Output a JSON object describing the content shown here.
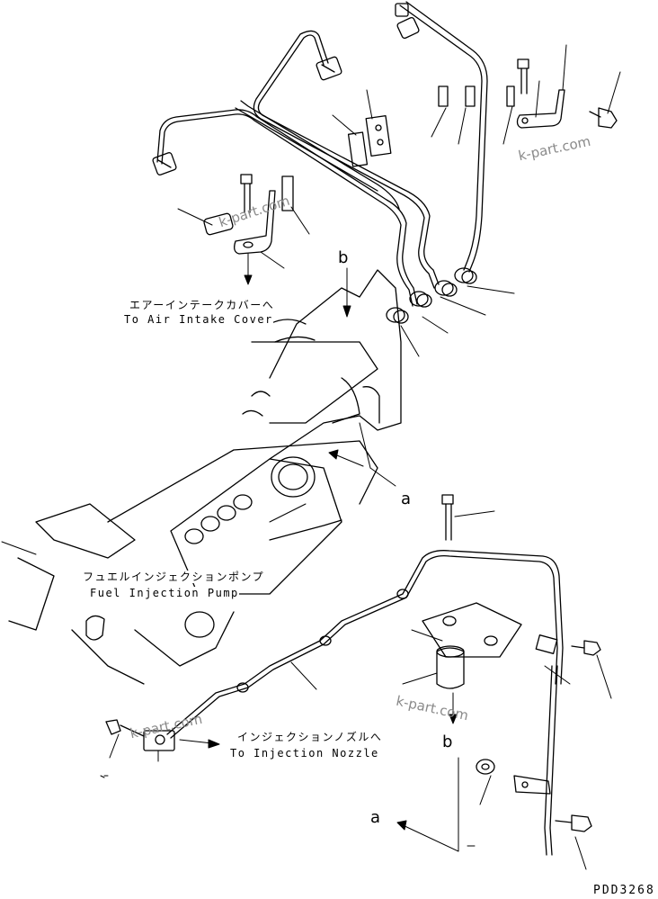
{
  "labels": {
    "air_intake_jp": "エアーインテークカバーへ",
    "air_intake_en": "To Air Intake Cover",
    "pump_jp": "フュエルインジェクションポンプ",
    "pump_en": "Fuel Injection Pump",
    "nozzle_jp": "インジェクションノズルへ",
    "nozzle_en": "To Injection Nozzle"
  },
  "refs": {
    "b_top": "b",
    "a_mid": "a",
    "b_bottom": "b",
    "a_bottom": "a"
  },
  "watermarks": [
    "k-part.com",
    "k-part.com",
    "k-part.com",
    "k-part.com"
  ],
  "drawing_code": "PDD3268",
  "colors": {
    "ink": "#000000",
    "watermark": "#8a8a8a",
    "background": "#ffffff"
  }
}
